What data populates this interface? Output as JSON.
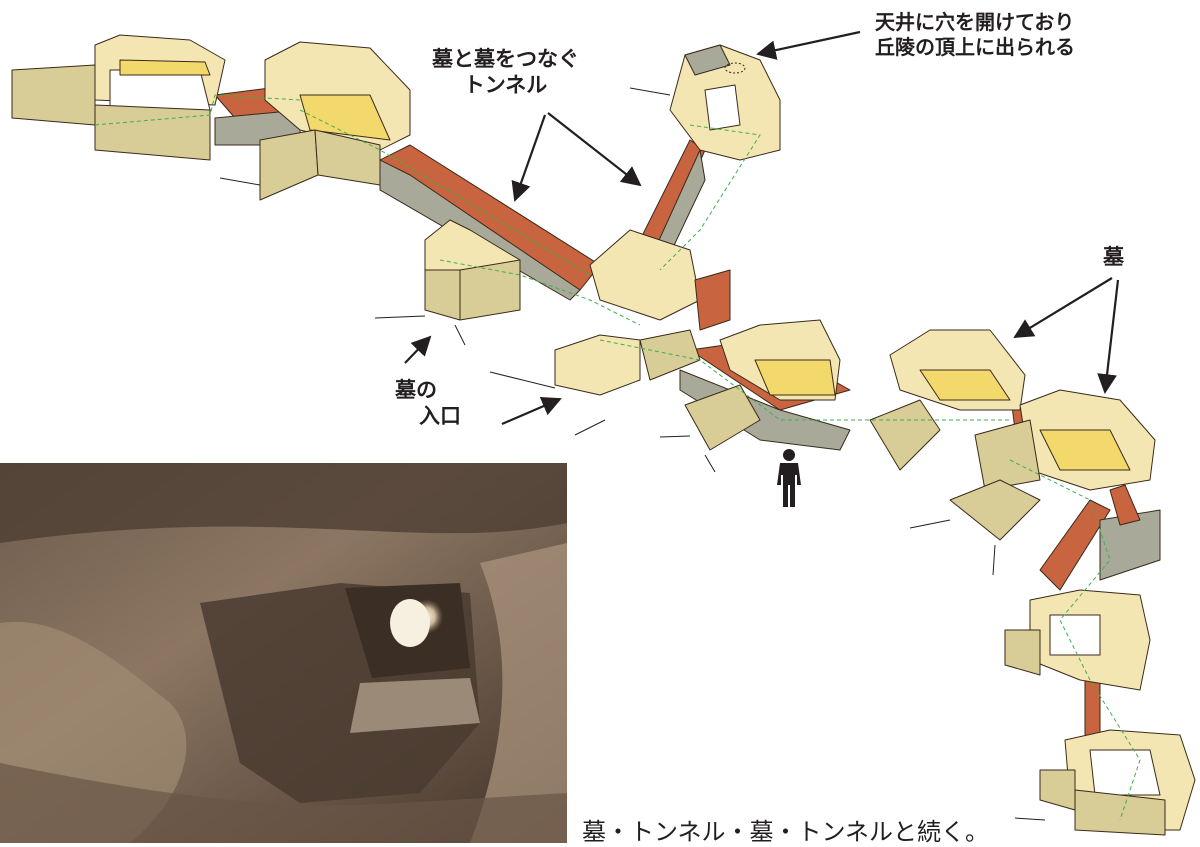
{
  "labels": {
    "tunnel_connect": [
      "墓と墓をつなぐ",
      "トンネル"
    ],
    "ceiling_hole": [
      "天井に穴を開けており",
      "丘陵の頂上に出られる"
    ],
    "tomb": "墓",
    "tomb_entrance": [
      "墓の",
      "入口"
    ]
  },
  "caption": "墓・トンネル・墓・トンネルと続く。",
  "colors": {
    "wall_light": "#f4e6b3",
    "wall_mid": "#d8cc97",
    "floor_yellow": "#f3d96b",
    "tunnel_red": "#c8643f",
    "tunnel_gray": "#a9a99a",
    "dashed_green": "#3fb04b",
    "outline": "#3a2a1a",
    "text": "#231f20"
  },
  "icons": {
    "scale_figure": "person-silhouette-icon"
  }
}
